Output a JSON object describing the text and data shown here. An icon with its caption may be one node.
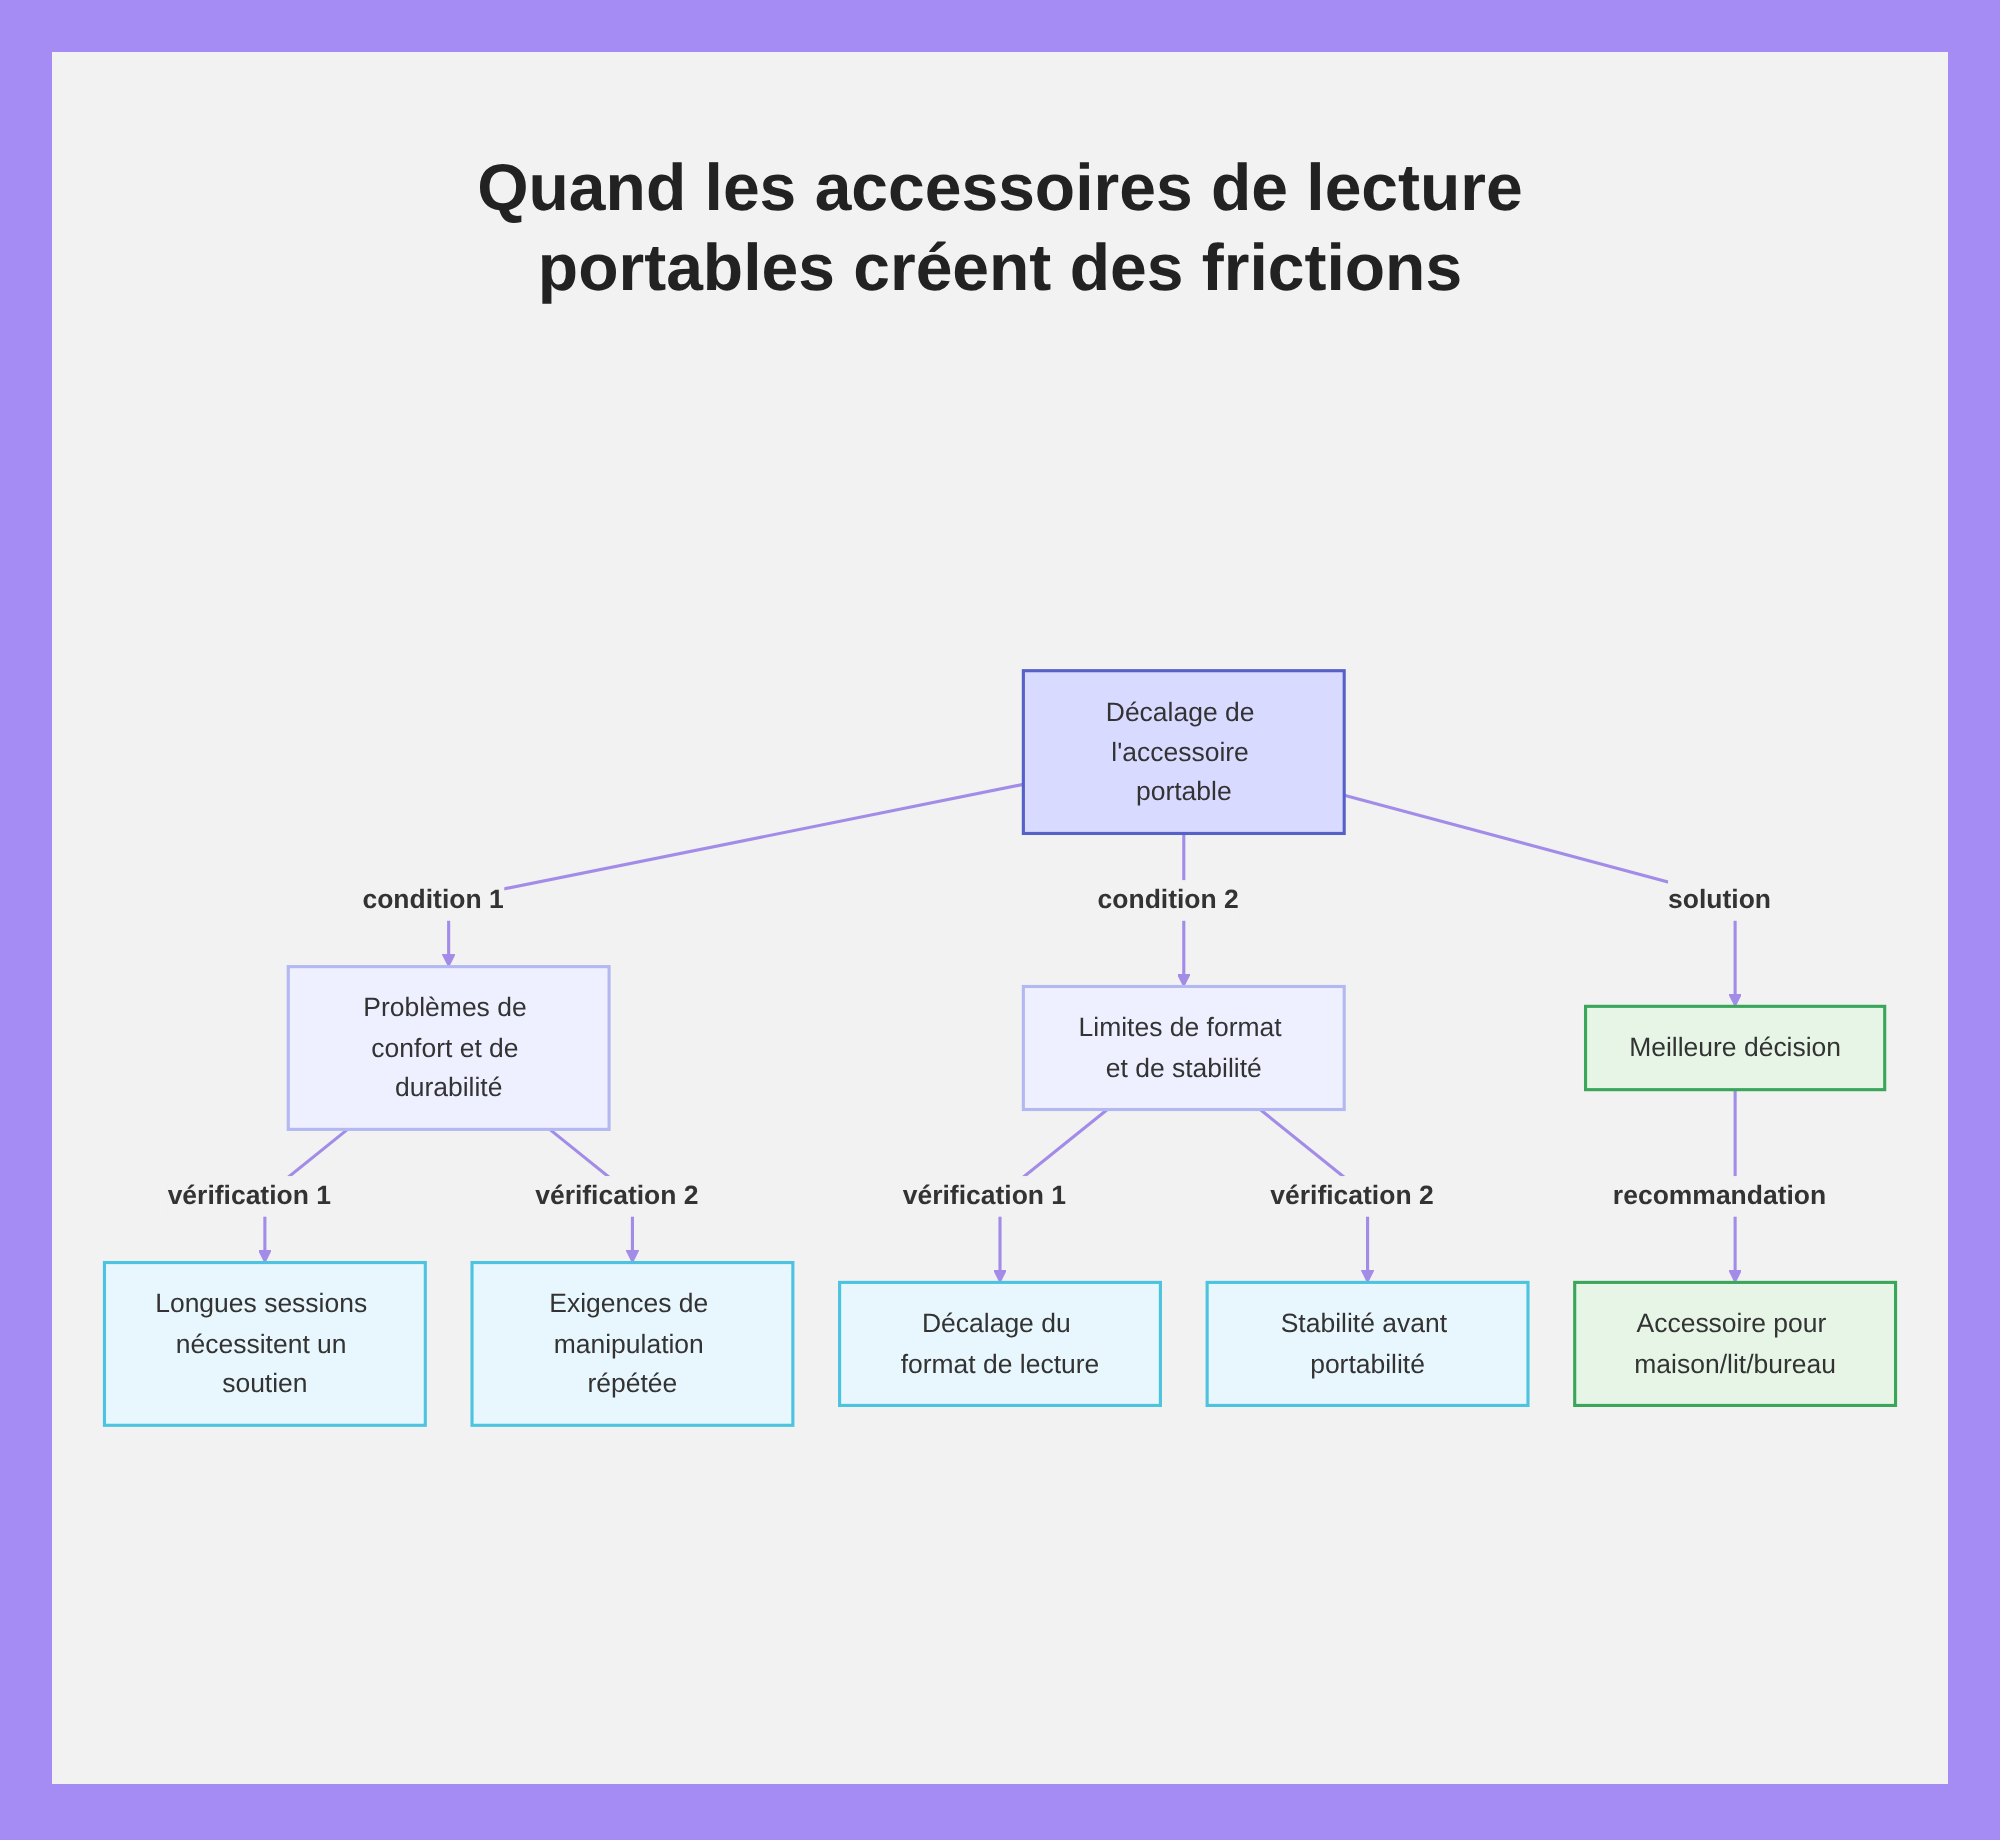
{
  "diagram": {
    "title": "Quand les accessoires de lecture portables créent des frictions",
    "nodes": [
      {
        "text": [
          "Décalage de l'accessoire portable"
        ]
      },
      {
        "text": [
          "Problèmes de confort et de durabilité"
        ]
      },
      {
        "text": [
          "Limites de format et de stabilité"
        ]
      },
      {
        "text": [
          "Meilleure décision"
        ]
      },
      {
        "text": [
          "Longues sessions nécessitent un soutien"
        ]
      },
      {
        "text": [
          "Exigences de manipulation répétée"
        ]
      },
      {
        "text": [
          "Décalage du format de lecture"
        ]
      },
      {
        "text": [
          "Stabilité avant portabilité"
        ]
      },
      {
        "text": [
          "Accessoire pour maison/lit/bureau"
        ]
      }
    ],
    "edges": [
      {
        "from": 0,
        "to": 1,
        "arrow": "to",
        "label": "condition 1"
      },
      {
        "from": 0,
        "to": 2,
        "arrow": "to",
        "label": "condition 2"
      },
      {
        "from": 0,
        "to": 3,
        "arrow": "to",
        "label": "solution"
      },
      {
        "from": 1,
        "to": 4,
        "arrow": "to",
        "label": "vérification 1"
      },
      {
        "from": 1,
        "to": 5,
        "arrow": "to",
        "label": "vérification 2"
      },
      {
        "from": 2,
        "to": 6,
        "arrow": "to",
        "label": "vérification 1"
      },
      {
        "from": 2,
        "to": 7,
        "arrow": "to",
        "label": "vérification 2"
      },
      {
        "from": 3,
        "to": 8,
        "arrow": "to",
        "label": "recommandation"
      }
    ]
  }
}
